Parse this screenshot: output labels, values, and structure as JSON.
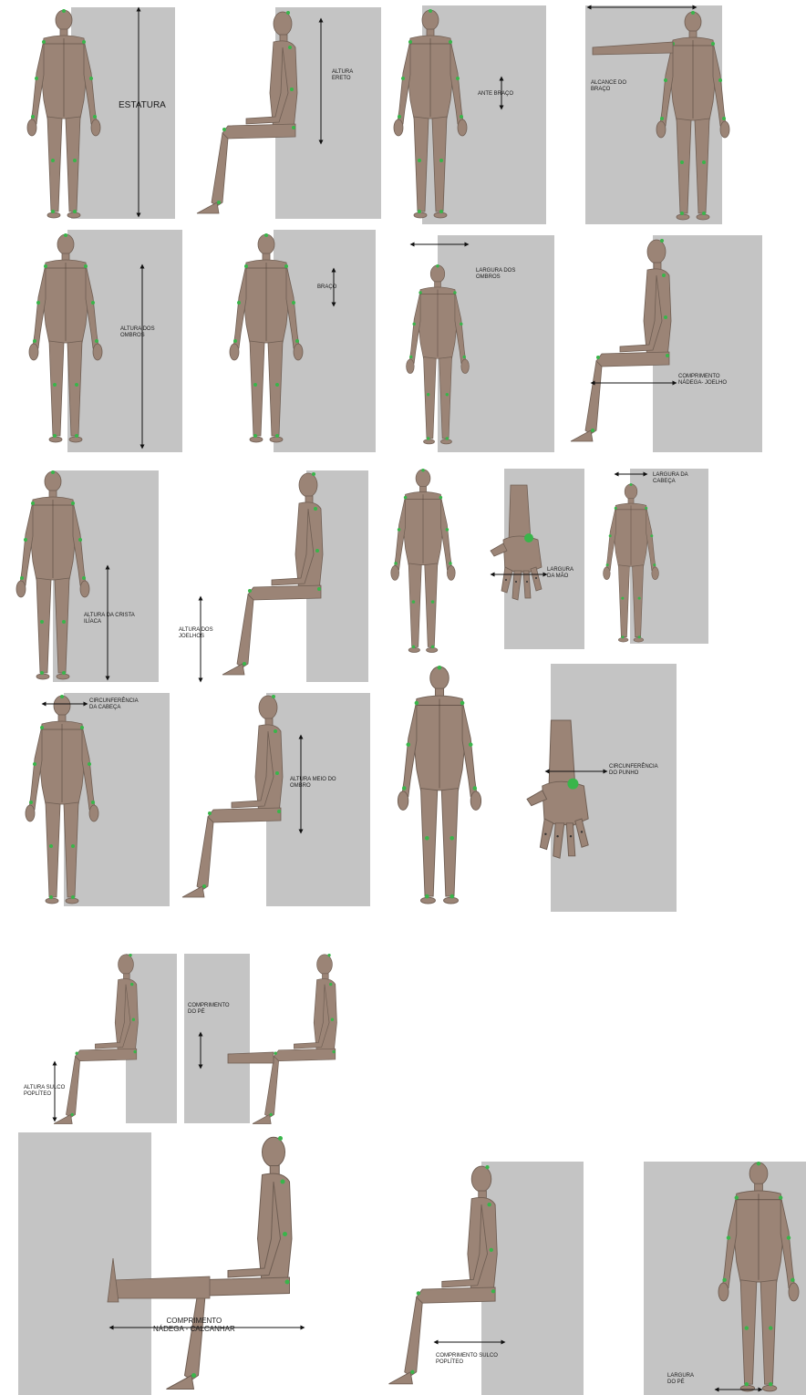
{
  "labels": {
    "estatura": "ESTATURA",
    "altura_ereto": "ALTURA\nERETO",
    "ante_braco": "ANTE BRAÇO",
    "alcance_do_braco": "ALCANCE DO\nBRAÇO",
    "altura_dos_ombros": "ALTURA DOS\nOMBROS",
    "braco": "BRAÇO",
    "largura_dos_ombros": "LARGURA DOS\nOMBROS",
    "comprimento_nadega_joelho": "COMPRIMENTO\nNÁDEGA- JOELHO",
    "altura_crista_iliaca": "ALTURA DA CRISTA\nILÍACA",
    "altura_dos_joelhos": "ALTURA DOS\nJOELHOS",
    "largura_da_mao": "LARGURA\nDA MÃO",
    "largura_da_cabeca": "LARGURA DA\nCABEÇA",
    "circunferencia_da_cabeca": "CIRCUNFERÊNCIA\nDA CABEÇA",
    "altura_meio_do_ombro": "ALTURA MEIO DO\nOMBRO",
    "circunferencia_do_punho": "CIRCUNFERÊNCIA\nDO PUNHO",
    "comprimento_do_pe": "COMPRIMENTO\nDO PÉ",
    "altura_sulco_popliteo": "ALTURA SULCO\nPOPLÍTEO",
    "comprimento_nadega_calcanhar": "COMPRIMENTO\nNÁDEGA - CALCANHAR",
    "comprimento_sulco_popliteo": "COMPRIMENTO SULCO\nPOPLÍTEO",
    "largura_do_pe": "LARGURA\nDO PÉ"
  },
  "colors": {
    "background_panel": "#c4c4c4",
    "figure_skin": "#9b8476",
    "marker": "#39b54a",
    "dimension_line": "#111111"
  }
}
